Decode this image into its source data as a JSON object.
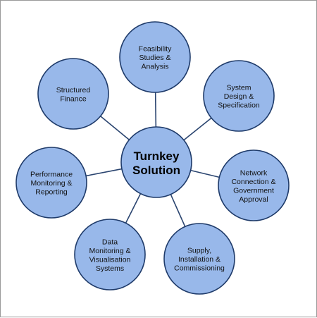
{
  "center": {
    "lines": [
      "Turnkey",
      "Solution"
    ]
  },
  "nodes": [
    {
      "id": "feasibility",
      "lines": [
        "Feasibility",
        "Studies &",
        "Analysis"
      ]
    },
    {
      "id": "system-design",
      "lines": [
        "System",
        "Design &",
        "Specification"
      ]
    },
    {
      "id": "network-connection",
      "lines": [
        "Network",
        "Connection &",
        "Government",
        "Approval"
      ]
    },
    {
      "id": "supply-installation",
      "lines": [
        "Supply,",
        "Installation  &",
        "Commissioning"
      ]
    },
    {
      "id": "data-monitoring",
      "lines": [
        "Data",
        "Monitoring &",
        "Visualisation",
        "Systems"
      ]
    },
    {
      "id": "performance-monitoring",
      "lines": [
        "Performance",
        "Monitoring &",
        "Reporting"
      ]
    },
    {
      "id": "structured-finance",
      "lines": [
        "Structured",
        "Finance"
      ]
    }
  ],
  "colors": {
    "circle_fill": "#98B8EA",
    "circle_stroke": "#1f3b6a",
    "connector": "#2b4570"
  }
}
